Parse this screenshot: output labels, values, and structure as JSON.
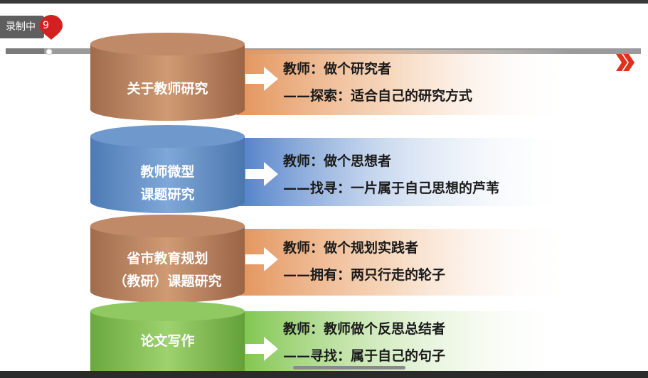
{
  "recording": {
    "label": "录制中",
    "count": "9"
  },
  "progress": {
    "fraction": 0.06
  },
  "rows": [
    {
      "title_lines": [
        "关于教师研究"
      ],
      "line1": "教师：做个研究者",
      "line2": "——探索：适合自己的研究方式",
      "color": "#c98a64",
      "dark": "#8c5a3e",
      "band": "#e3935a"
    },
    {
      "title_lines": [
        "教师微型",
        "课题研究"
      ],
      "line1": "教师：做个思想者",
      "line2": "——找寻：一片属于自己思想的芦苇",
      "color": "#5f8fc9",
      "dark": "#3d6596",
      "band": "#4f7fc8"
    },
    {
      "title_lines": [
        "省市教育规划",
        "（教研）课题研究"
      ],
      "line1": "教师：做个规划实践者",
      "line2": "——拥有：两只行走的轮子",
      "color": "#c98a64",
      "dark": "#8c5a3e",
      "band": "#e3935a"
    },
    {
      "title_lines": [
        "论文写作"
      ],
      "line1": "教师：教师做个反思总结者",
      "line2": "——寻找：属于自己的句子",
      "color": "#86c456",
      "dark": "#5b8e36",
      "band": "#7cc44a"
    }
  ]
}
